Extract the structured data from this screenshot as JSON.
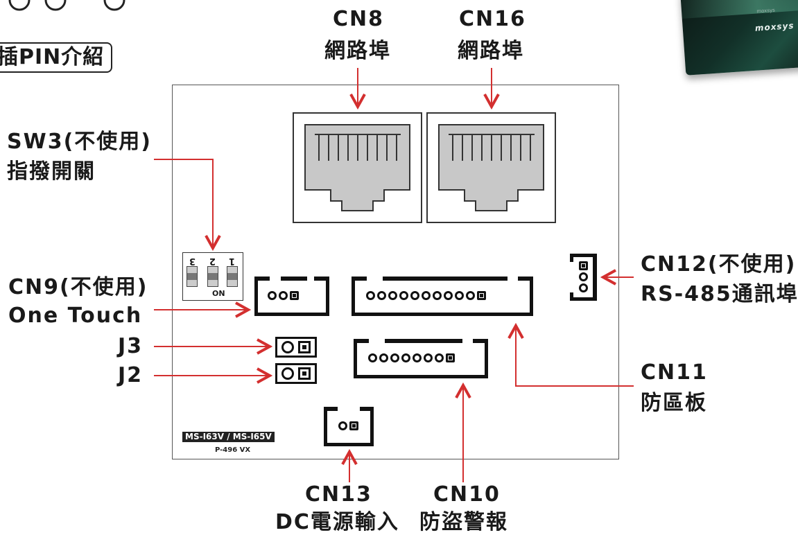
{
  "page": {
    "section_title": "插PIN介紹",
    "device_brand": "moxsys",
    "device_small_text": "moxsys"
  },
  "board": {
    "model": "MS-I63V / MS-I65V",
    "part": "P-496 VX",
    "dip_numbers": [
      "3",
      "2",
      "1"
    ],
    "dip_on": "ON"
  },
  "labels": {
    "cn8": {
      "title": "CN8",
      "desc": "網路埠"
    },
    "cn16": {
      "title": "CN16",
      "desc": "網路埠"
    },
    "sw3": {
      "title": "SW3(不使用)",
      "desc": "指撥開關"
    },
    "cn9": {
      "title": "CN9(不使用)",
      "desc": "One Touch"
    },
    "j3": {
      "title": "J3"
    },
    "j2": {
      "title": "J2"
    },
    "cn12": {
      "title": "CN12(不使用)",
      "desc": "RS-485通訊埠"
    },
    "cn11": {
      "title": "CN11",
      "desc": "防區板"
    },
    "cn13": {
      "title": "CN13",
      "desc": "DC電源輸入"
    },
    "cn10": {
      "title": "CN10",
      "desc": "防盜警報"
    }
  },
  "colors": {
    "arrow": "#d32f2f",
    "text": "#1a1a1a",
    "rj45_fill": "#c8c8c8"
  }
}
